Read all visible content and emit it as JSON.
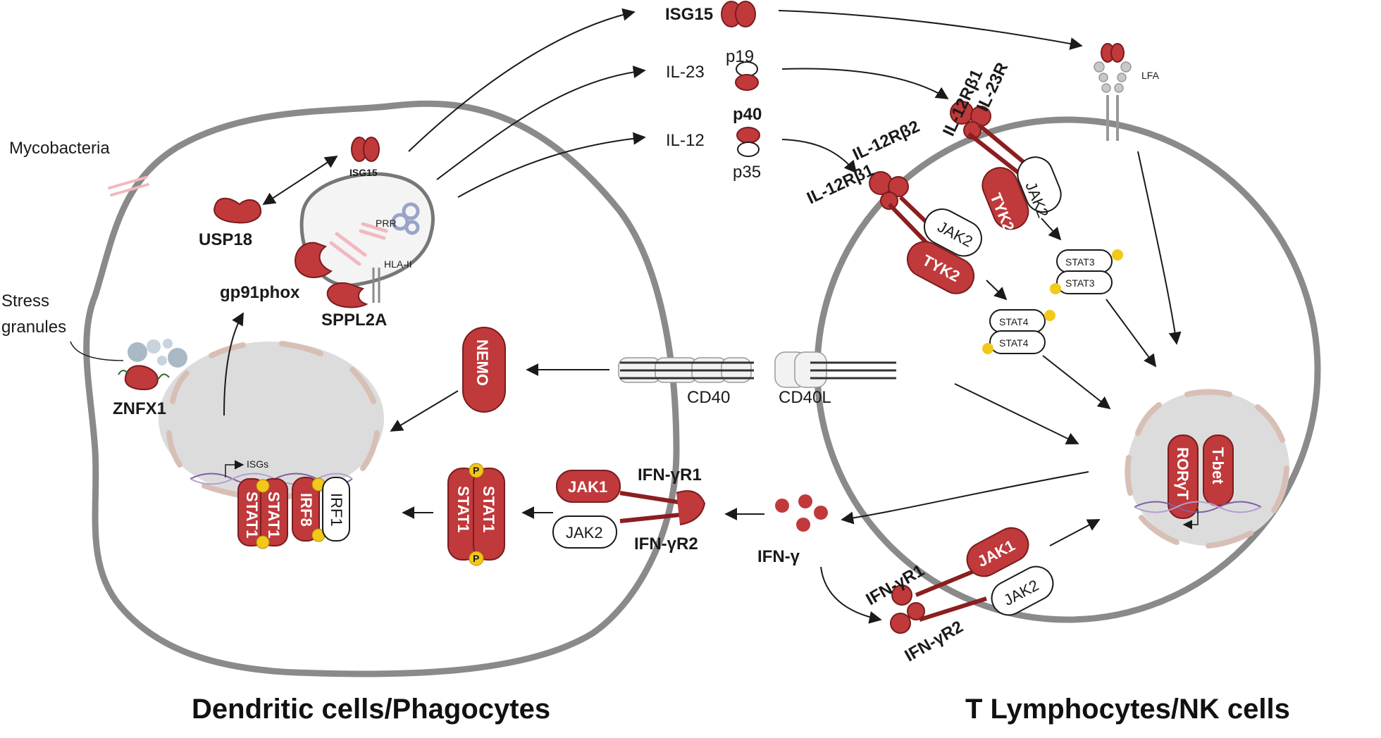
{
  "labels": {
    "mycobacteria": "Mycobacteria",
    "stress_granules_1": "Stress",
    "stress_granules_2": "granules",
    "znfx1": "ZNFX1",
    "usp18": "USP18",
    "isg15_small": "ISG15",
    "gp91phox": "gp91phox",
    "sppl2a": "SPPL2A",
    "prr": "PRR",
    "hla_ii": "HLA-II",
    "isg15": "ISG15",
    "il23": "IL-23",
    "p19": "p19",
    "il12": "IL-12",
    "p40": "p40",
    "p35": "p35",
    "lfa": "LFA",
    "il23r": "IL-23R",
    "il12rb1_top": "IL-12Rβ1",
    "il12rb2": "IL-12Rβ2",
    "il12rb1": "IL-12Rβ1",
    "jak2_a": "JAK2",
    "tyk2_a": "TYK2",
    "jak2_b": "JAK2",
    "tyk2_b": "TYK2",
    "stat3_a": "STAT3",
    "stat3_b": "STAT3",
    "stat4_a": "STAT4",
    "stat4_b": "STAT4",
    "p_mark": "P",
    "nemo": "NEMO",
    "cd40": "CD40",
    "cd40l": "CD40L",
    "rorgt": "RORγT",
    "tbet": "T-bet",
    "isgs": "ISGs",
    "stat1_n1": "STAT1",
    "stat1_n2": "STAT1",
    "irf8": "IRF8",
    "irf1": "IRF1",
    "stat1_c1": "STAT1",
    "stat1_c2": "STAT1",
    "jak1_dc": "JAK1",
    "jak2_dc": "JAK2",
    "ifngr1_dc": "IFN-γR1",
    "ifngr2_dc": "IFN-γR2",
    "ifng": "IFN-γ",
    "ifngr1_t": "IFN-γR1",
    "ifngr2_t": "IFN-γR2",
    "jak1_t": "JAK1",
    "jak2_t": "JAK2",
    "title_left": "Dendritic cells/Phagocytes",
    "title_right": "T Lymphocytes/NK cells"
  },
  "colors": {
    "protein_red": "#c0393b",
    "membrane": "#8a8a8a",
    "nucleus": "#dcdcdc",
    "phospho": "#f2c81a"
  }
}
